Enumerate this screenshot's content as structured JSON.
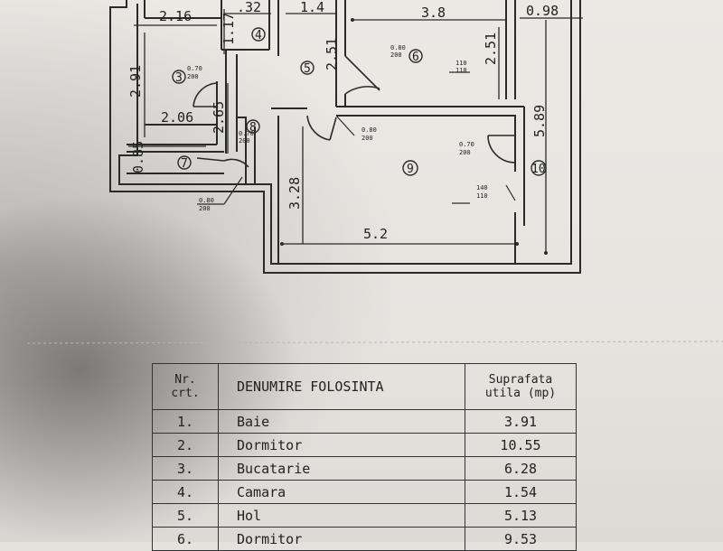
{
  "plan": {
    "dimensions": {
      "d_216": "2.16",
      "d_132": ".32",
      "d_14": "1.4",
      "d_38": "3.8",
      "d_098": "0.98",
      "d_117": "1.17",
      "d_291": "2.91",
      "d_251a": "2.51",
      "d_251b": "2.51",
      "d_206": "2.06",
      "d_085": "0.85",
      "d_265": "2.65",
      "d_328": "3.28",
      "d_52": "5.2",
      "d_589": "5.89"
    },
    "room_numbers": {
      "r3": "3",
      "r4": "4",
      "r5": "5",
      "r6": "6",
      "r7": "7",
      "r8": "8",
      "r9": "9",
      "r10": "10"
    },
    "openings": {
      "o3_a": "0.70",
      "o3_b": "200",
      "o6_a": "0.80",
      "o6_b": "200",
      "w6_a": "110",
      "w6_b": "110",
      "o8_a": "0.70",
      "o8_b": "200",
      "o_hall_a": "0.80",
      "o_hall_b": "200",
      "o9_a": "0.80",
      "o9_b": "200",
      "o10_a": "0.70",
      "o10_b": "200",
      "w9_a": "140",
      "w9_b": "110"
    }
  },
  "table": {
    "header": {
      "nr_line1": "Nr.",
      "nr_line2": "crt.",
      "name": "DENUMIRE FOLOSINTA",
      "area_line1": "Suprafata",
      "area_line2": "utila (mp)"
    },
    "rows": [
      {
        "nr": "1.",
        "name": "Baie",
        "area": "3.91"
      },
      {
        "nr": "2.",
        "name": "Dormitor",
        "area": "10.55"
      },
      {
        "nr": "3.",
        "name": "Bucatarie",
        "area": "6.28"
      },
      {
        "nr": "4.",
        "name": "Camara",
        "area": "1.54"
      },
      {
        "nr": "5.",
        "name": "Hol",
        "area": "5.13"
      },
      {
        "nr": "6.",
        "name": "Dormitor",
        "area": "9.53"
      }
    ]
  }
}
